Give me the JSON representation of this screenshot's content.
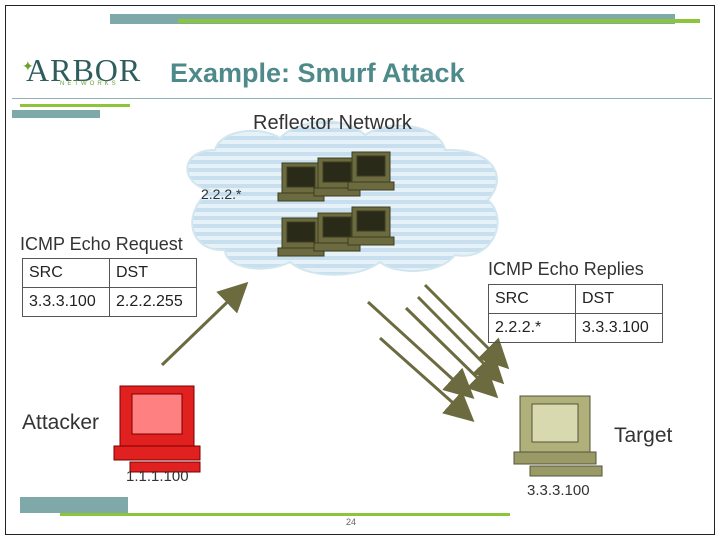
{
  "slide": {
    "title": "Example: Smurf Attack",
    "page_number": "24",
    "colors": {
      "teal": "#4f8a8b",
      "green": "#8cc43c",
      "arrow": "#6b6b3f"
    }
  },
  "logo": {
    "name": "ARBOR",
    "subtitle": "NETWORKS"
  },
  "reflector": {
    "heading": "Reflector Network",
    "address": "2.2.2.*"
  },
  "request": {
    "heading": "ICMP Echo Request",
    "headers": [
      "SRC",
      "DST"
    ],
    "row": [
      "3.3.3.100",
      "2.2.2.255"
    ]
  },
  "replies": {
    "heading": "ICMP Echo Replies",
    "headers": [
      "SRC",
      "DST"
    ],
    "row": [
      "2.2.2.*",
      "3.3.3.100"
    ]
  },
  "attacker": {
    "label": "Attacker",
    "ip": "1.1.1.100"
  },
  "target": {
    "label": "Target",
    "ip": "3.3.3.100"
  }
}
